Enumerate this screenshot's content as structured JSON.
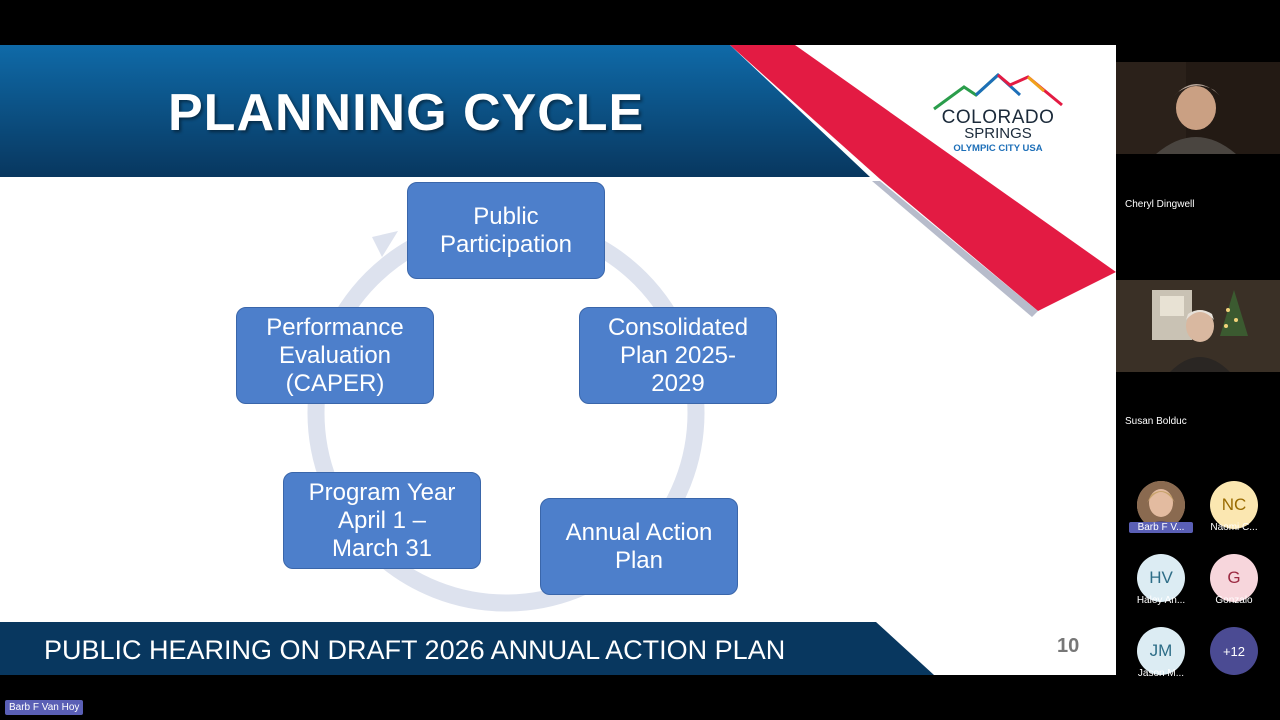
{
  "slide": {
    "title": "PLANNING CYCLE",
    "logo": {
      "line1": "COLORADO",
      "line2": "SPRINGS",
      "tagline": "OLYMPIC CITY USA"
    },
    "cycle_steps": [
      "Public\nParticipation",
      "Consolidated\nPlan 2025-\n2029",
      "Annual Action\nPlan",
      "Program Year\nApril 1 –\nMarch 31",
      "Performance\nEvaluation\n(CAPER)"
    ],
    "footer": "PUBLIC HEARING ON DRAFT 2026 ANNUAL ACTION PLAN",
    "page_number": "10",
    "colors": {
      "header_blue": "#0b4f86",
      "box_blue": "#4d7fcb",
      "accent_red": "#e31b43",
      "ring": "#dde2ee"
    }
  },
  "participants": {
    "video": [
      {
        "name": "Cheryl Dingwell"
      },
      {
        "name": "Susan Bolduc"
      }
    ],
    "grid": [
      {
        "initials": "",
        "name": "Barb F V...",
        "active": true
      },
      {
        "initials": "NC",
        "name": "Naomi C..."
      },
      {
        "initials": "HV",
        "name": "Haley An..."
      },
      {
        "initials": "G",
        "name": "Gonzalo"
      },
      {
        "initials": "JM",
        "name": "Jason M..."
      },
      {
        "initials": "+12",
        "name": ""
      }
    ]
  },
  "active_speaker": "Barb F Van Hoy"
}
